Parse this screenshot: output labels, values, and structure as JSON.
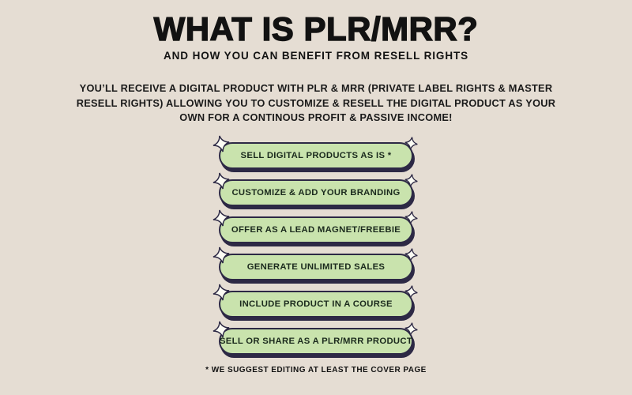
{
  "header": {
    "title": "WHAT IS PLR/MRR?",
    "subtitle": "AND HOW YOU CAN BENEFIT FROM RESELL RIGHTS"
  },
  "intro": {
    "lines": [
      "YOU’LL RECEIVE A DIGITAL PRODUCT WITH PLR & MRR (PRIVATE LABEL RIGHTS & MASTER",
      "RESELL RIGHTS) ALLOWING YOU TO CUSTOMIZE & RESELL THE DIGITAL PRODUCT AS YOUR",
      "OWN FOR A CONTINOUS PROFIT & PASSIVE INCOME!"
    ]
  },
  "benefits": {
    "icon": "sparkle-icon",
    "items": [
      {
        "label": "SELL DIGITAL PRODUCTS AS IS *"
      },
      {
        "label": "CUSTOMIZE & ADD YOUR BRANDING"
      },
      {
        "label": "OFFER AS A LEAD MAGNET/FREEBIE"
      },
      {
        "label": "GENERATE UNLIMITED SALES"
      },
      {
        "label": "INCLUDE PRODUCT IN A COURSE"
      },
      {
        "label": "SELL OR SHARE AS A PLR/MRR PRODUCT"
      }
    ]
  },
  "footer": {
    "note": "* WE SUGGEST EDITING AT LEAST THE COVER PAGE"
  },
  "colors": {
    "background": "#e5ddd3",
    "pill_fill": "#c9e3ad",
    "pill_border": "#2d2945",
    "heading_text": "#121212",
    "pill_text": "#1b2a1d",
    "sparkle_fill": "#fcfcf4"
  }
}
